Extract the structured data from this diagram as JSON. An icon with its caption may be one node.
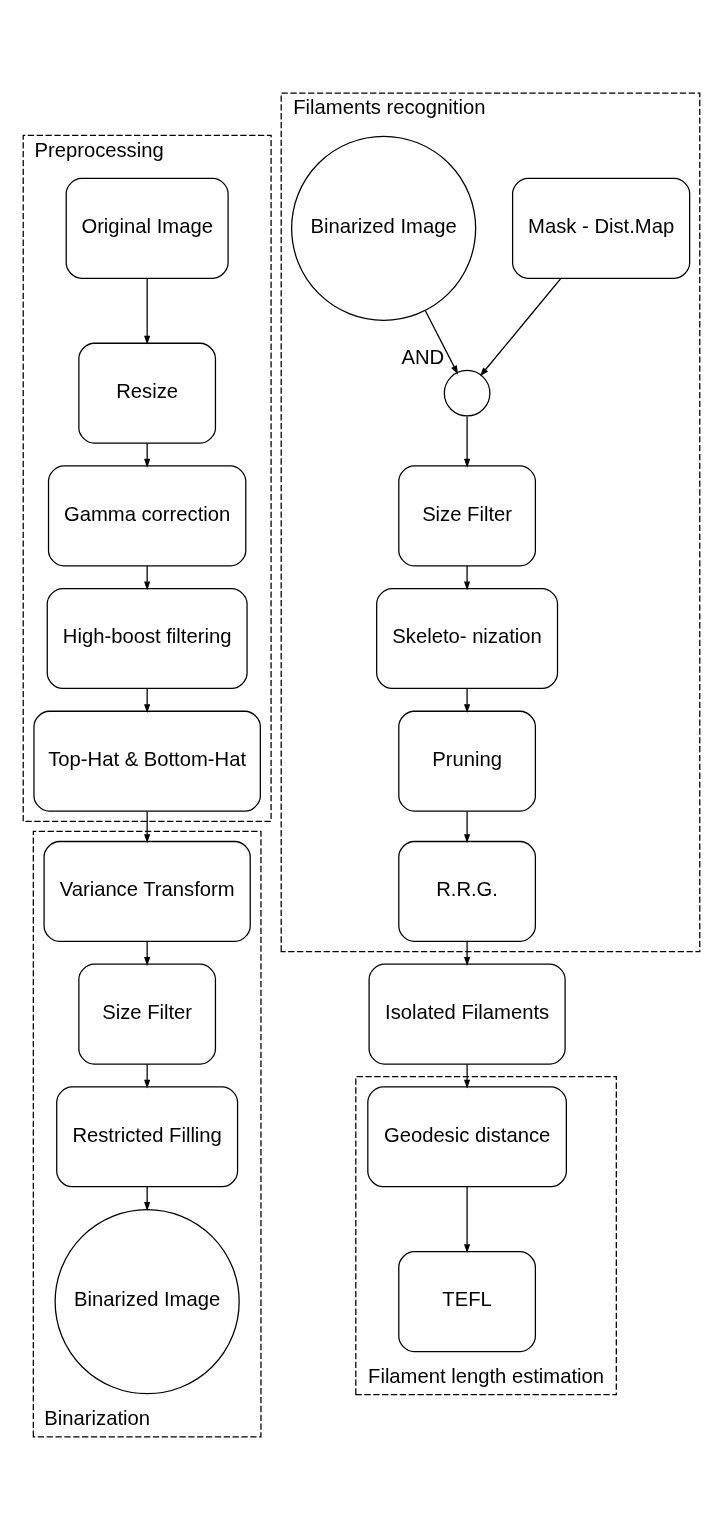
{
  "diagram": {
    "nodes": [
      {
        "text": [
          "Preprocessing"
        ]
      },
      {
        "text": [
          "Original Image"
        ],
        "in": 0
      },
      {
        "text": [
          "Resize"
        ],
        "in": 0
      },
      {
        "text": [
          "Gamma correction"
        ],
        "in": 0
      },
      {
        "text": [
          "High-boost filtering"
        ],
        "in": 0
      },
      {
        "text": [
          "Top-Hat & Bottom-Hat"
        ],
        "in": 0
      },
      {
        "text": [
          "Binarization"
        ]
      },
      {
        "text": [
          "Variance Transform"
        ],
        "in": 6
      },
      {
        "text": [
          "Size Filter"
        ],
        "in": 6
      },
      {
        "text": [
          "Restricted Filling"
        ],
        "in": 6
      },
      {
        "text": [
          "Binarized Image"
        ],
        "in": 6
      },
      {
        "text": [
          "Filaments recognition"
        ]
      },
      {
        "text": [
          "Mask - Dist.Map"
        ],
        "in": 11
      },
      {
        "text": [
          "Binarized Image"
        ],
        "in": 11
      },
      {
        "text": [],
        "shape": "circle",
        "beside": [
          "AND"
        ],
        "in": 11
      },
      {
        "text": [
          "Size Filter"
        ],
        "in": 11
      },
      {
        "text": [
          "Skeleto- nization"
        ],
        "in": 11
      },
      {
        "text": [
          "Pruning"
        ],
        "in": 11
      },
      {
        "text": [
          "R.R.G."
        ],
        "in": 11
      },
      {
        "text": [
          "Filament length estimation"
        ]
      },
      {
        "text": [
          "Isolated Filaments"
        ]
      },
      {
        "text": [
          "Geodesic distance"
        ],
        "in": 19
      },
      {
        "text": [
          "TEFL"
        ],
        "in": 19
      }
    ],
    "edges": [
      {
        "from": 1,
        "to": 2,
        "arrow": "to"
      },
      {
        "from": 2,
        "to": 3,
        "arrow": "to"
      },
      {
        "from": 3,
        "to": 4,
        "arrow": "to"
      },
      {
        "from": 4,
        "to": 5,
        "arrow": "to"
      },
      {
        "from": 5,
        "to": 7,
        "arrow": "to"
      },
      {
        "from": 7,
        "to": 8,
        "arrow": "to"
      },
      {
        "from": 8,
        "to": 9,
        "arrow": "to"
      },
      {
        "from": 9,
        "to": 10,
        "arrow": "to"
      },
      {
        "from": 12,
        "to": 14,
        "arrow": "to"
      },
      {
        "from": 13,
        "to": 14,
        "arrow": "to"
      },
      {
        "from": 14,
        "to": 15,
        "arrow": "to"
      },
      {
        "from": 15,
        "to": 16,
        "arrow": "to"
      },
      {
        "from": 16,
        "to": 17,
        "arrow": "to"
      },
      {
        "from": 17,
        "to": 18,
        "arrow": "to"
      },
      {
        "from": 18,
        "to": 20,
        "arrow": "to"
      },
      {
        "from": 20,
        "to": 21,
        "arrow": "to"
      },
      {
        "from": 21,
        "to": 22,
        "arrow": "to"
      }
    ]
  }
}
